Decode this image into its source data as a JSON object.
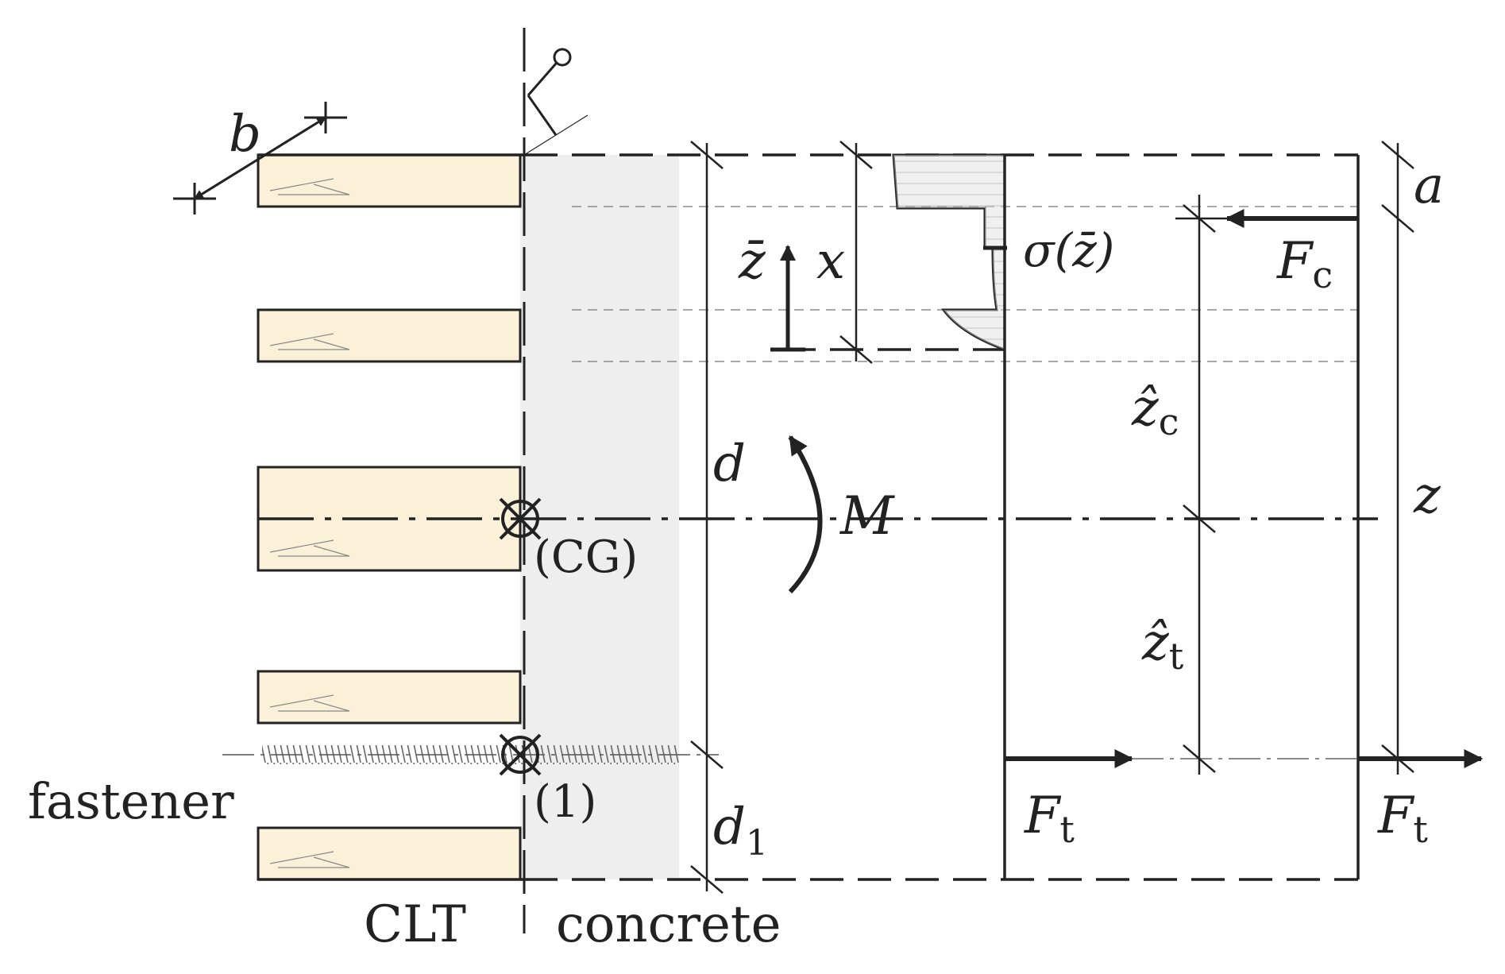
{
  "labels": {
    "b": "b",
    "a": "a",
    "x": "x",
    "zbar": "z̄",
    "sigma": "σ(z̄)",
    "Fc_main": "F",
    "Fc_sub": "c",
    "zhat_c_main": "ẑ",
    "zhat_c_sub": "c",
    "zhat_t_main": "ẑ",
    "zhat_t_sub": "t",
    "d": "d",
    "M": "M",
    "z": "z",
    "cg": "(CG)",
    "one": "(1)",
    "fastener": "fastener",
    "d1_main": "d",
    "d1_sub": "1",
    "Ft_mid_main": "F",
    "Ft_mid_sub": "t",
    "Ft_right_main": "F",
    "Ft_right_sub": "t",
    "clt": "CLT",
    "concrete": "concrete"
  },
  "colors": {
    "timber": "#fbf1d8",
    "concrete": "#eeeeee",
    "stress_fill": "#dedede",
    "line": "#222222"
  }
}
